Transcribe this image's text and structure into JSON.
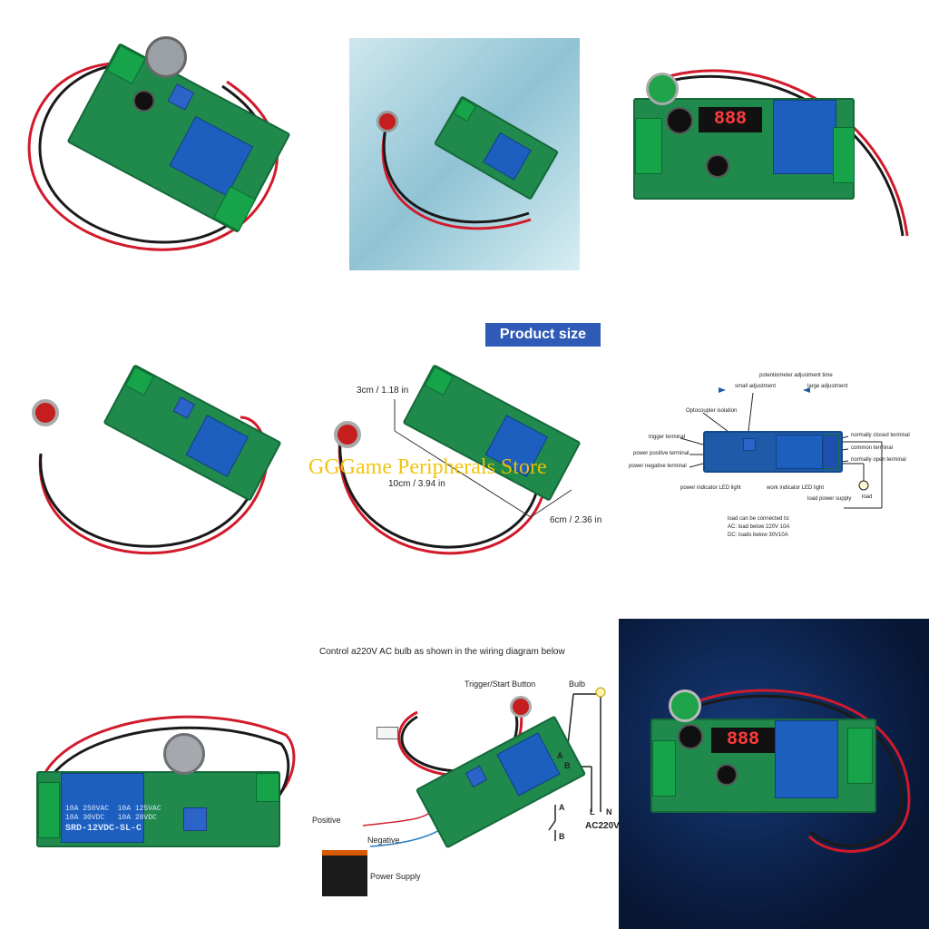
{
  "watermark": "GGGame Peripherals Store",
  "size_banner": "Product size",
  "dimensions": {
    "height": "3cm / 1.18 in",
    "length": "10cm  / 3.94 in",
    "width": "6cm / 2.36 in"
  },
  "wiring_top": {
    "potentiometer": "potentiometer adjustment time",
    "small_adj": "small adjustment",
    "large_adj": "large adjustment",
    "optocoupler": "Optocoupler isolation",
    "trigger": "trigger terminal",
    "power_pos": "power positive terminal",
    "power_neg": "power negative terminal",
    "nc": "normally closed terminal",
    "common": "common terminal",
    "no": "normally open terminal",
    "power_led": "power indicator LED light",
    "work_led": "work indicator LED light",
    "load_supply": "load power supply",
    "load": "load",
    "connect_title": "load can be connected to:",
    "ac_load": "AC: load below 220V 10A",
    "dc_load": "DC: loads below 30V10A"
  },
  "wiring_bottom": {
    "title": "Control a220V AC bulb as shown in the wiring diagram below",
    "trigger_btn": "Trigger/Start Button",
    "bulb": "Bulb",
    "positive": "Positive",
    "negative": "Negative",
    "power_supply": "Power Supply",
    "a": "A",
    "b": "B",
    "l": "L",
    "n": "N",
    "ac220": "AC220V"
  },
  "relay_print": {
    "line1": "10A 250VAC  10A 125VAC",
    "line2": "10A 30VDC   10A 28VDC",
    "model": "SRD-12VDC-SL-C"
  },
  "display_digits": "888",
  "colors": {
    "pcb_green": "#1f8a4c",
    "relay_blue": "#1d5fbf",
    "wire_red": "#d11a2a",
    "wire_black": "#1a1a1a",
    "banner_bg": "#2f5bb7",
    "watermark": "#f2c200"
  }
}
